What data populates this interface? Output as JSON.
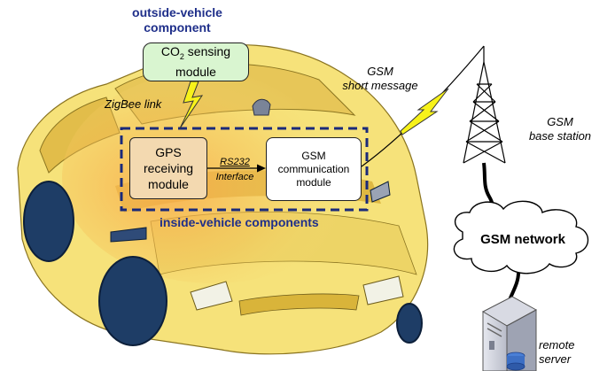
{
  "outside_label": {
    "line1": "outside-vehicle",
    "line2": "component"
  },
  "co2_module": {
    "prefix": "CO",
    "sub": "2",
    "suffix": " sensing",
    "line2": "module"
  },
  "zigbee_label": "ZigBee link",
  "gps_module": {
    "line1": "GPS",
    "line2": "receiving",
    "line3": "module"
  },
  "rs232_label": {
    "line1": "RS232",
    "line2": "Interface"
  },
  "gsm_module": {
    "line1": "GSM",
    "line2": "communication",
    "line3": "module"
  },
  "inside_label": "inside-vehicle components",
  "gsm_short_message": {
    "line1": "GSM",
    "line2": "short message"
  },
  "gsm_base_station": {
    "line1": "GSM",
    "line2": "base station"
  },
  "gsm_network": "GSM network",
  "remote_server": {
    "line1": "remote",
    "line2": "server"
  },
  "colors": {
    "car_body": "#f6e27a",
    "car_shadow": "#d4a72c",
    "co2_fill": "#d9f5d0",
    "gps_fill": "#f3d9b0",
    "dashed_border": "#1a2a7a",
    "label_blue": "#1f2f8a",
    "lightning": "#f7f21a"
  }
}
